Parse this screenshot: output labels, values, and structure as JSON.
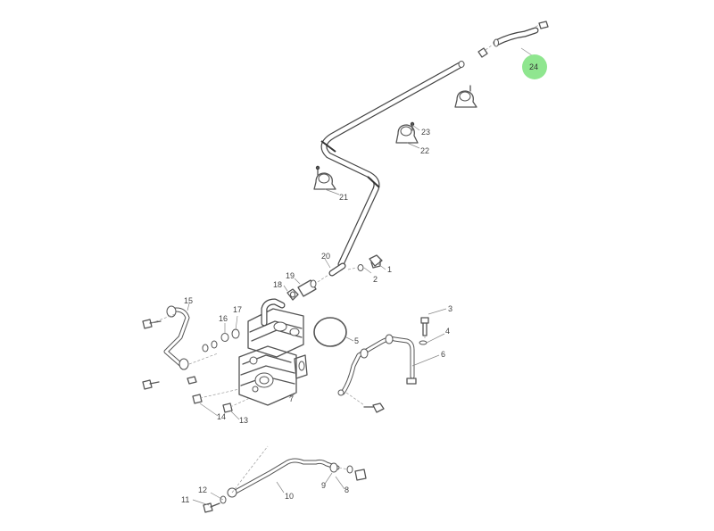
{
  "diagram": {
    "highlight_color": "#8fe68f",
    "callouts": [
      {
        "id": "1",
        "label": "1"
      },
      {
        "id": "2",
        "label": "2"
      },
      {
        "id": "3",
        "label": "3"
      },
      {
        "id": "4",
        "label": "4"
      },
      {
        "id": "5",
        "label": "5"
      },
      {
        "id": "6",
        "label": "6"
      },
      {
        "id": "7",
        "label": "7"
      },
      {
        "id": "8",
        "label": "8"
      },
      {
        "id": "9",
        "label": "9"
      },
      {
        "id": "10",
        "label": "10"
      },
      {
        "id": "11",
        "label": "11"
      },
      {
        "id": "12",
        "label": "12"
      },
      {
        "id": "13",
        "label": "13"
      },
      {
        "id": "14",
        "label": "14"
      },
      {
        "id": "15",
        "label": "15"
      },
      {
        "id": "16",
        "label": "16"
      },
      {
        "id": "17",
        "label": "17"
      },
      {
        "id": "18",
        "label": "18"
      },
      {
        "id": "19",
        "label": "19"
      },
      {
        "id": "20",
        "label": "20"
      },
      {
        "id": "21",
        "label": "21"
      },
      {
        "id": "22",
        "label": "22"
      },
      {
        "id": "23",
        "label": "23"
      },
      {
        "id": "24",
        "label": "24",
        "highlighted": true
      }
    ]
  }
}
